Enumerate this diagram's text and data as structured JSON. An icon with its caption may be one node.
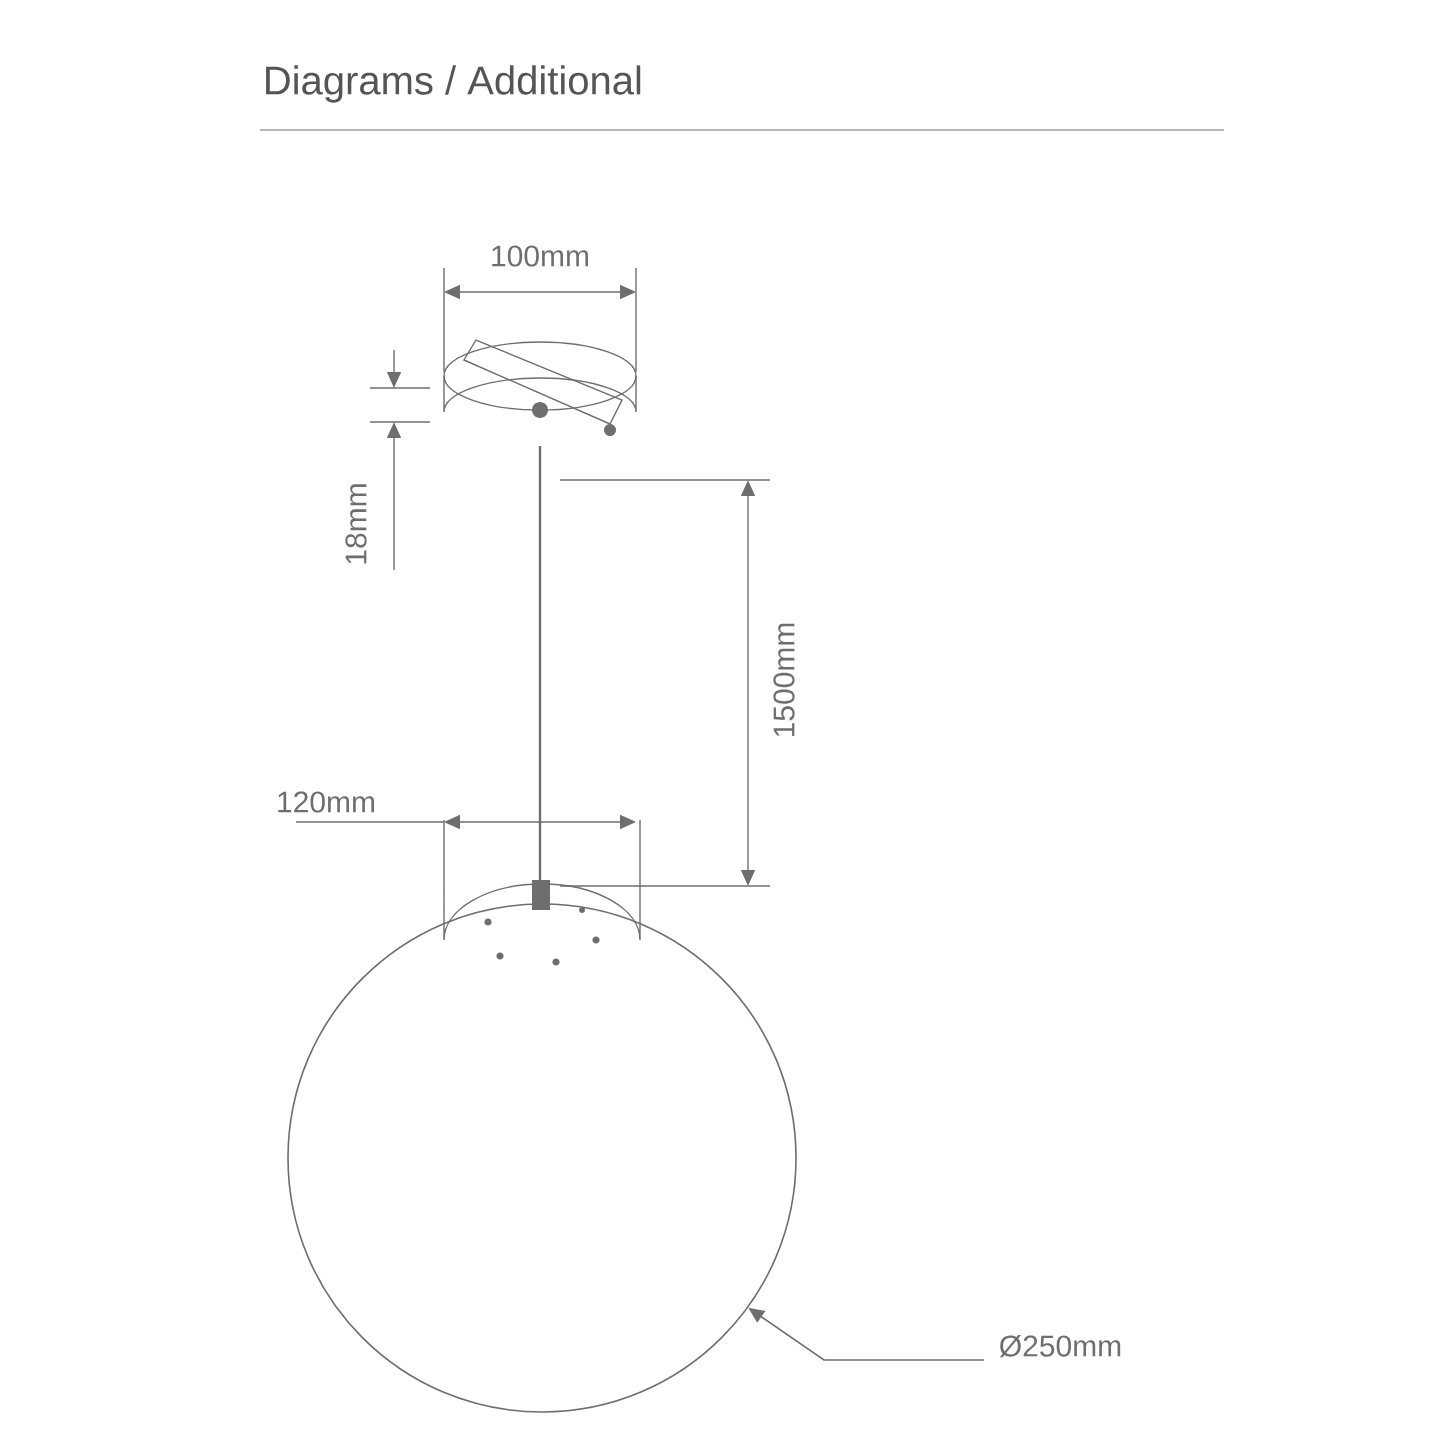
{
  "diagram": {
    "title": "Diagrams / Additional",
    "nodes": [
      {
        "text": [
          "Ø250mm"
        ]
      },
      {
        "text": [],
        "shape": "circle"
      }
    ],
    "edges": [
      {
        "from": 0,
        "to": 1,
        "arrow": "to"
      }
    ],
    "labels": [
      "100mm",
      "18mm",
      "1500mm",
      "120mm"
    ]
  }
}
